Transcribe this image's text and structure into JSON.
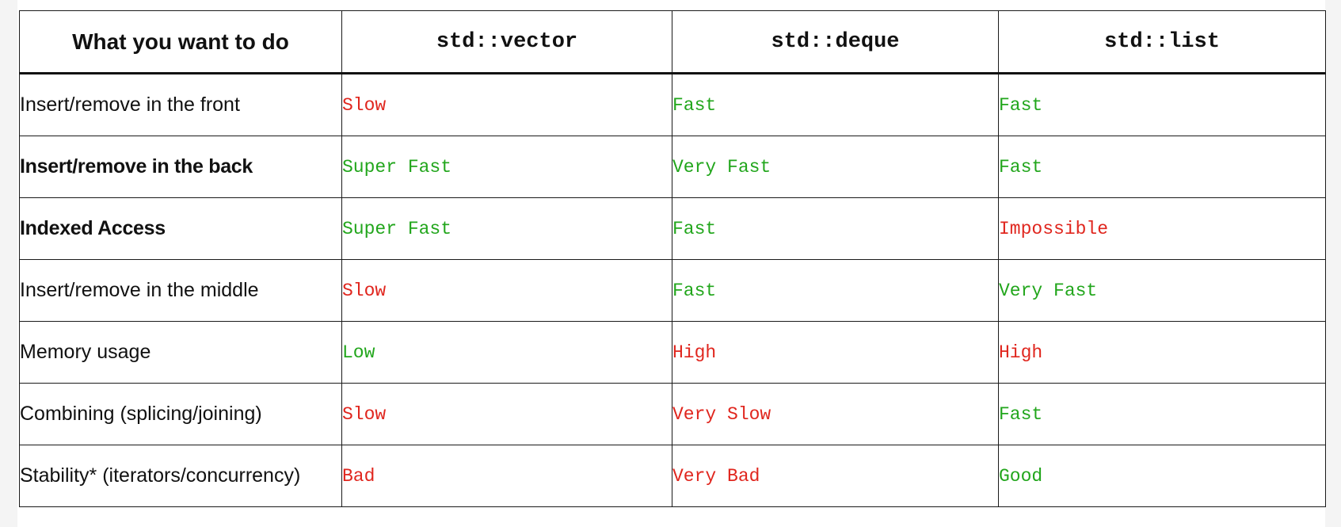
{
  "colors": {
    "good": "#22a61c",
    "bad": "#e0261e"
  },
  "header": {
    "action": "What you want to do",
    "containers": [
      "std::vector",
      "std::deque",
      "std::list"
    ]
  },
  "rows": [
    {
      "action": "Insert/remove in the front",
      "bold": false,
      "values": [
        {
          "text": "Slow",
          "rating": "bad"
        },
        {
          "text": "Fast",
          "rating": "good"
        },
        {
          "text": "Fast",
          "rating": "good"
        }
      ]
    },
    {
      "action": "Insert/remove in the back",
      "bold": true,
      "values": [
        {
          "text": "Super Fast",
          "rating": "good"
        },
        {
          "text": "Very Fast",
          "rating": "good"
        },
        {
          "text": "Fast",
          "rating": "good"
        }
      ]
    },
    {
      "action": "Indexed Access",
      "bold": true,
      "values": [
        {
          "text": "Super Fast",
          "rating": "good"
        },
        {
          "text": "Fast",
          "rating": "good"
        },
        {
          "text": "Impossible",
          "rating": "bad"
        }
      ]
    },
    {
      "action": "Insert/remove in the middle",
      "bold": false,
      "values": [
        {
          "text": "Slow",
          "rating": "bad"
        },
        {
          "text": "Fast",
          "rating": "good"
        },
        {
          "text": "Very Fast",
          "rating": "good"
        }
      ]
    },
    {
      "action": "Memory usage",
      "bold": false,
      "values": [
        {
          "text": "Low",
          "rating": "good"
        },
        {
          "text": "High",
          "rating": "bad"
        },
        {
          "text": "High",
          "rating": "bad"
        }
      ]
    },
    {
      "action": "Combining (splicing/joining)",
      "bold": false,
      "values": [
        {
          "text": "Slow",
          "rating": "bad"
        },
        {
          "text": "Very Slow",
          "rating": "bad"
        },
        {
          "text": "Fast",
          "rating": "good"
        }
      ]
    },
    {
      "action": "Stability* (iterators/concurrency)",
      "bold": false,
      "values": [
        {
          "text": "Bad",
          "rating": "bad"
        },
        {
          "text": "Very Bad",
          "rating": "bad"
        },
        {
          "text": "Good",
          "rating": "good"
        }
      ]
    }
  ]
}
